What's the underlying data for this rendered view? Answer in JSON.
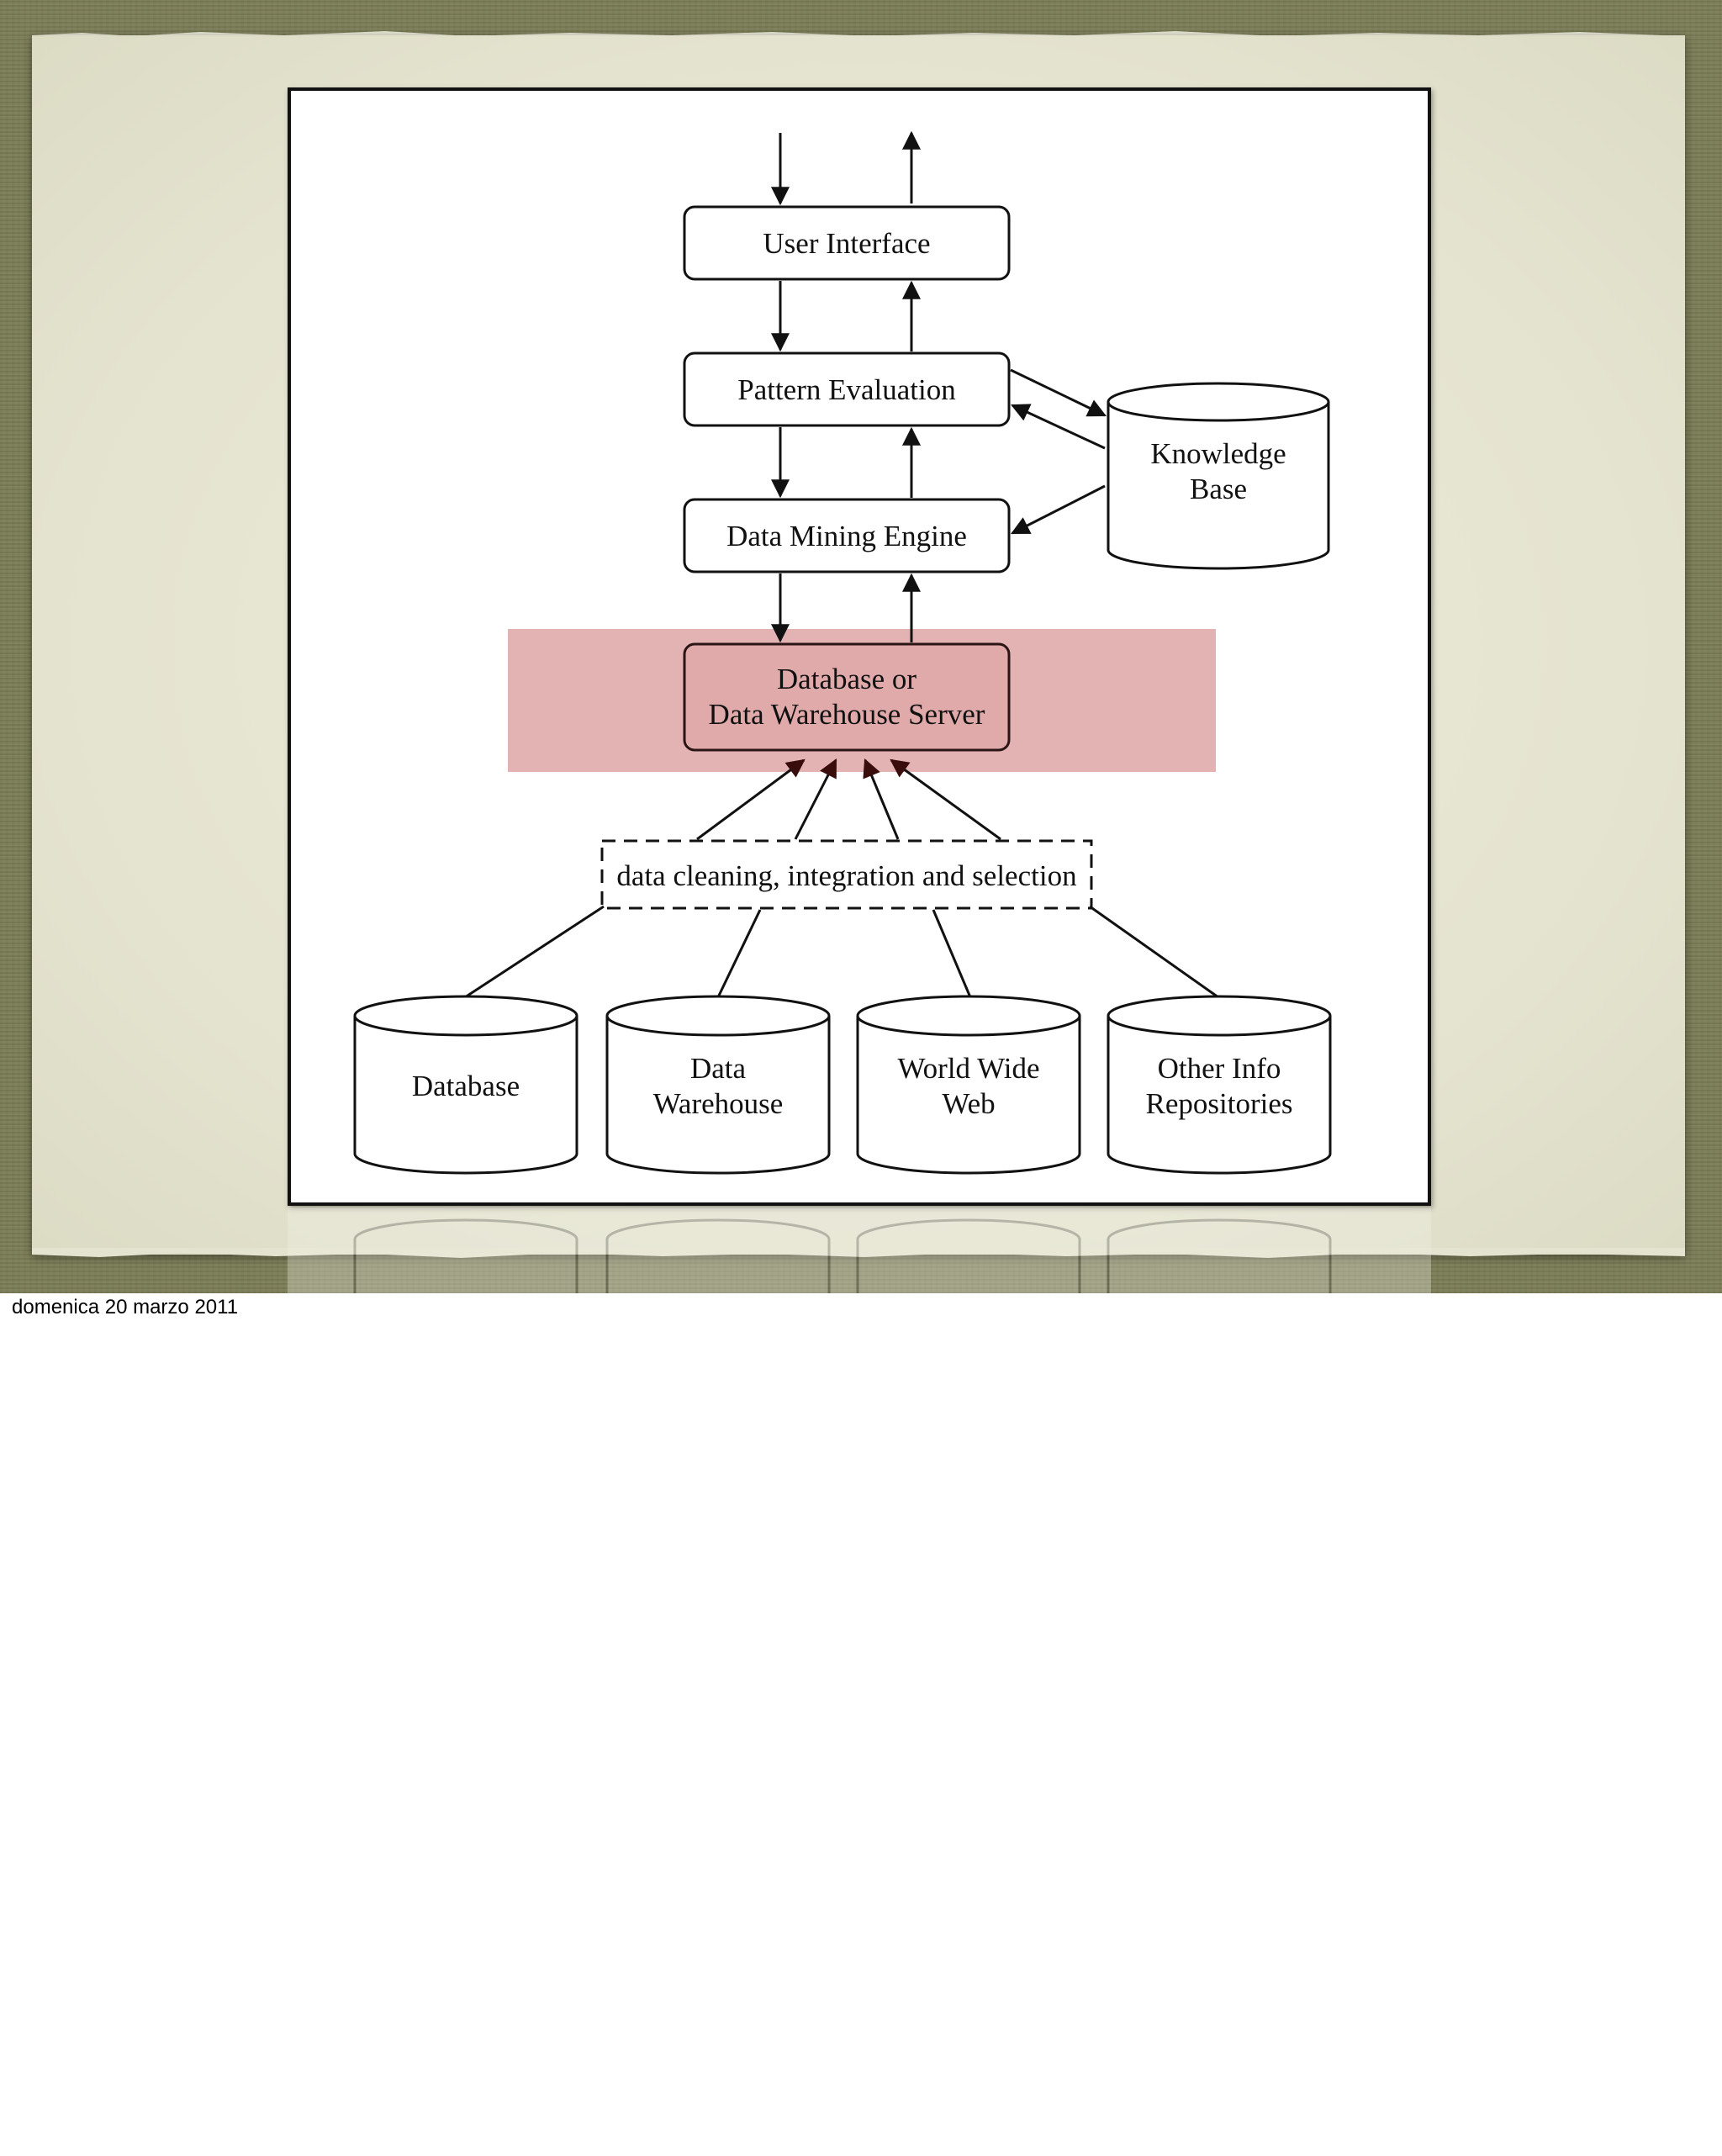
{
  "diagram": {
    "user_interface": "User Interface",
    "pattern_evaluation": "Pattern Evaluation",
    "data_mining_engine": "Data Mining Engine",
    "knowledge_base": [
      "Knowledge",
      "Base"
    ],
    "server": [
      "Database or",
      "Data Warehouse Server"
    ],
    "cleaning": "data cleaning, integration and selection",
    "sources": [
      [
        "Database"
      ],
      [
        "Data",
        "Warehouse"
      ],
      [
        "World Wide",
        "Web"
      ],
      [
        "Other Info",
        "Repositories"
      ]
    ],
    "highlight_color": "#d99a9a"
  },
  "footer": {
    "date": "domenica 20 marzo 2011"
  }
}
